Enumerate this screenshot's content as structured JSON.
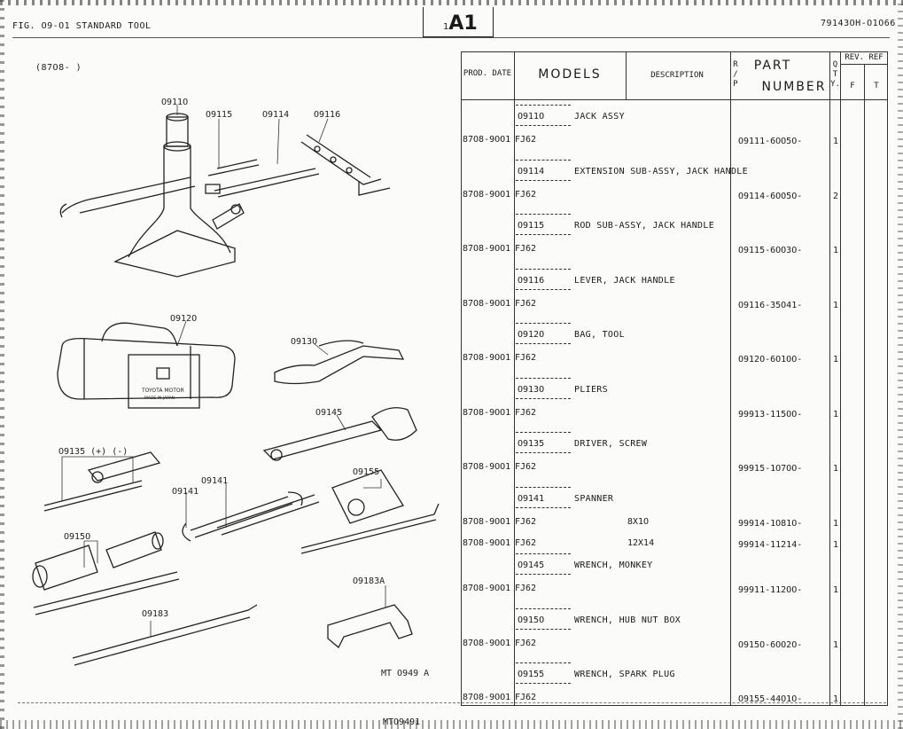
{
  "header": {
    "figure_title": "FIG. O9-O1 STANDARD TOOL",
    "page_prefix": "1",
    "page_code": "A1",
    "doc_ref": "79143OH-O1O66",
    "date_range": "(87O8-      )"
  },
  "footer": {
    "ref": "MTO9491"
  },
  "illustration": {
    "part_labels": [
      "O911O",
      "O9115",
      "O9114",
      "O9116",
      "O912O",
      "O913O",
      "O9145",
      "O9135 (+) (-)",
      "O9141",
      "O9141",
      "O9155",
      "O915O",
      "O9183A",
      "O9183",
      "MT O949 A"
    ],
    "bag_print": [
      "TOYOTA MOTOR",
      "MADE IN JAPAN"
    ]
  },
  "table": {
    "headers": {
      "prod_date": "PROD. DATE",
      "models": "MODELS",
      "description": "DESCRIPTION",
      "rp": "R / P",
      "part": "PART",
      "number": "NUMBER",
      "qty": "Q T Y.",
      "rev_ref": "REV. REF",
      "rev_f": "F",
      "rev_t": "T"
    },
    "rows": [
      {
        "code": "O911O",
        "name": "JACK ASSY",
        "date": "87O8-9OO1",
        "model": "FJ62",
        "spec": "",
        "part_number": "O9111-6OO5O-",
        "qty": "1"
      },
      {
        "code": "O9114",
        "name": "EXTENSION SUB-ASSY, JACK HANDLE",
        "date": "87O8-9OO1",
        "model": "FJ62",
        "spec": "",
        "part_number": "O9114-6OO5O-",
        "qty": "2"
      },
      {
        "code": "O9115",
        "name": "ROD SUB-ASSY, JACK HANDLE",
        "date": "87O8-9OO1",
        "model": "FJ62",
        "spec": "",
        "part_number": "O9115-6OO3O-",
        "qty": "1"
      },
      {
        "code": "O9116",
        "name": "LEVER, JACK HANDLE",
        "date": "87O8-9OO1",
        "model": "FJ62",
        "spec": "",
        "part_number": "O9116-35O41-",
        "qty": "1"
      },
      {
        "code": "O912O",
        "name": "BAG, TOOL",
        "date": "87O8-9OO1",
        "model": "FJ62",
        "spec": "",
        "part_number": "O912O-6O1OO-",
        "qty": "1"
      },
      {
        "code": "O913O",
        "name": "PLIERS",
        "date": "87O8-9OO1",
        "model": "FJ62",
        "spec": "",
        "part_number": "99913-115OO-",
        "qty": "1"
      },
      {
        "code": "O9135",
        "name": "DRIVER, SCREW",
        "date": "87O8-9OO1",
        "model": "FJ62",
        "spec": "",
        "part_number": "99915-1O7OO-",
        "qty": "1"
      },
      {
        "code": "O9141",
        "name": "SPANNER",
        "date": "87O8-9OO1",
        "model": "FJ62",
        "spec": "8X1O",
        "part_number": "99914-1O81O-",
        "qty": "1",
        "extra": {
          "date": "87O8-9OO1",
          "model": "FJ62",
          "spec": "12X14",
          "part_number": "99914-11214-",
          "qty": "1"
        }
      },
      {
        "code": "O9145",
        "name": "WRENCH, MONKEY",
        "date": "87O8-9OO1",
        "model": "FJ62",
        "spec": "",
        "part_number": "99911-112OO-",
        "qty": "1"
      },
      {
        "code": "O915O",
        "name": "WRENCH, HUB NUT BOX",
        "date": "87O8-9OO1",
        "model": "FJ62",
        "spec": "",
        "part_number": "O915O-6OO2O-",
        "qty": "1"
      },
      {
        "code": "O9155",
        "name": "WRENCH, SPARK PLUG",
        "date": "87O8-9OO1",
        "model": "FJ62",
        "spec": "",
        "part_number": "O9155-44O1O-",
        "qty": "1"
      }
    ]
  }
}
